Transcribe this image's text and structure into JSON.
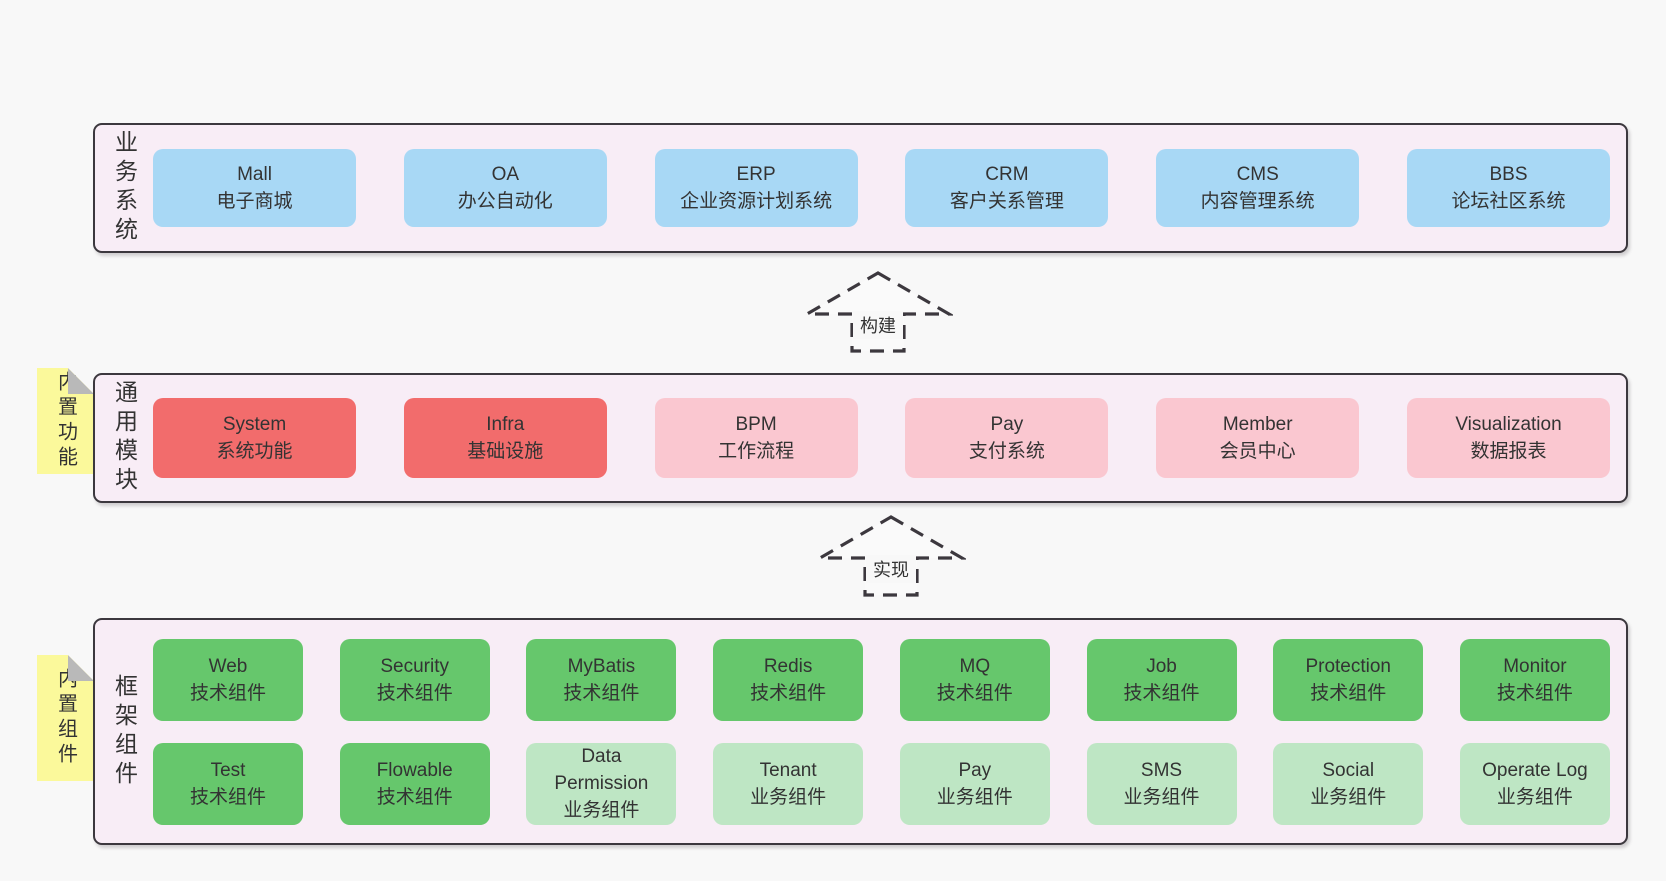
{
  "colors": {
    "page": "#f8f8f8",
    "layer_bg": "#f8edf6",
    "border": "#3c383e",
    "text": "#333333",
    "blue": "#a8d8f5",
    "red": "#f26c6c",
    "pink": "#fac7d0",
    "green": "#66c76c",
    "light_green": "#bee6c4",
    "sticky_yellow": "#fbf99b",
    "fold_gray": "#b9b9b9"
  },
  "layers": [
    {
      "id": "business-systems",
      "label": "业务系统",
      "rows": [
        [
          {
            "en": "Mall",
            "zh": "电子商城",
            "color": "blue"
          },
          {
            "en": "OA",
            "zh": "办公自动化",
            "color": "blue"
          },
          {
            "en": "ERP",
            "zh": "企业资源计划系统",
            "color": "blue"
          },
          {
            "en": "CRM",
            "zh": "客户关系管理",
            "color": "blue"
          },
          {
            "en": "CMS",
            "zh": "内容管理系统",
            "color": "blue"
          },
          {
            "en": "BBS",
            "zh": "论坛社区系统",
            "color": "blue"
          }
        ]
      ]
    },
    {
      "id": "common-modules",
      "label": "通用模块",
      "sticky": "内置功能",
      "rows": [
        [
          {
            "en": "System",
            "zh": "系统功能",
            "color": "red"
          },
          {
            "en": "Infra",
            "zh": "基础设施",
            "color": "red"
          },
          {
            "en": "BPM",
            "zh": "工作流程",
            "color": "pink"
          },
          {
            "en": "Pay",
            "zh": "支付系统",
            "color": "pink"
          },
          {
            "en": "Member",
            "zh": "会员中心",
            "color": "pink"
          },
          {
            "en": "Visualization",
            "zh": "数据报表",
            "color": "pink"
          }
        ]
      ]
    },
    {
      "id": "framework-components",
      "label": "框架组件",
      "sticky": "内置组件",
      "rows": [
        [
          {
            "en": "Web",
            "zh": "技术组件",
            "color": "green"
          },
          {
            "en": "Security",
            "zh": "技术组件",
            "color": "green"
          },
          {
            "en": "MyBatis",
            "zh": "技术组件",
            "color": "green"
          },
          {
            "en": "Redis",
            "zh": "技术组件",
            "color": "green"
          },
          {
            "en": "MQ",
            "zh": "技术组件",
            "color": "green"
          },
          {
            "en": "Job",
            "zh": "技术组件",
            "color": "green"
          },
          {
            "en": "Protection",
            "zh": "技术组件",
            "color": "green"
          },
          {
            "en": "Monitor",
            "zh": "技术组件",
            "color": "green"
          }
        ],
        [
          {
            "en": "Test",
            "zh": "技术组件",
            "color": "green"
          },
          {
            "en": "Flowable",
            "zh": "技术组件",
            "color": "green"
          },
          {
            "en": "Data Permission",
            "zh": "业务组件",
            "color": "light_green"
          },
          {
            "en": "Tenant",
            "zh": "业务组件",
            "color": "light_green"
          },
          {
            "en": "Pay",
            "zh": "业务组件",
            "color": "light_green"
          },
          {
            "en": "SMS",
            "zh": "业务组件",
            "color": "light_green"
          },
          {
            "en": "Social",
            "zh": "业务组件",
            "color": "light_green"
          },
          {
            "en": "Operate Log",
            "zh": "业务组件",
            "color": "light_green"
          }
        ]
      ]
    }
  ],
  "arrows": [
    {
      "id": "build",
      "label": "构建"
    },
    {
      "id": "implement",
      "label": "实现"
    }
  ]
}
